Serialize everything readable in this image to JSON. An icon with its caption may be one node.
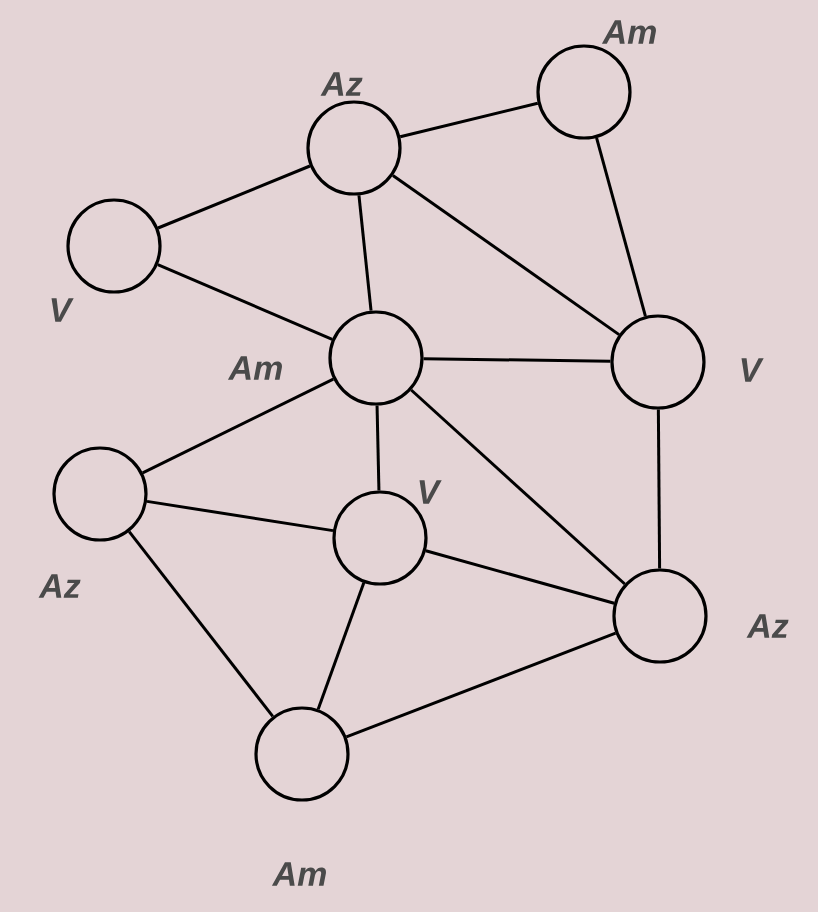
{
  "diagram": {
    "nodes": [
      {
        "text": [],
        "shape": "circle",
        "beside": [
          "Am"
        ]
      },
      {
        "text": [],
        "shape": "circle",
        "beside": [
          "Az"
        ]
      },
      {
        "text": [],
        "shape": "circle",
        "beside": [
          "V"
        ]
      },
      {
        "text": [],
        "shape": "circle",
        "beside": [
          "Am"
        ]
      },
      {
        "text": [],
        "shape": "circle",
        "beside": [
          "V"
        ]
      },
      {
        "text": [],
        "shape": "circle",
        "beside": [
          "Az"
        ]
      },
      {
        "text": [],
        "shape": "circle",
        "beside": [
          "V"
        ]
      },
      {
        "text": [],
        "shape": "circle",
        "beside": [
          "Az"
        ]
      },
      {
        "text": [],
        "shape": "circle",
        "beside": [
          "Am"
        ]
      }
    ],
    "edges": [
      {
        "from": 1,
        "to": 0,
        "arrow": "none"
      },
      {
        "from": 1,
        "to": 2,
        "arrow": "none"
      },
      {
        "from": 1,
        "to": 3,
        "arrow": "none"
      },
      {
        "from": 1,
        "to": 4,
        "arrow": "none"
      },
      {
        "from": 0,
        "to": 4,
        "arrow": "none"
      },
      {
        "from": 2,
        "to": 3,
        "arrow": "none"
      },
      {
        "from": 3,
        "to": 4,
        "arrow": "none"
      },
      {
        "from": 3,
        "to": 5,
        "arrow": "none"
      },
      {
        "from": 3,
        "to": 6,
        "arrow": "none"
      },
      {
        "from": 3,
        "to": 7,
        "arrow": "none"
      },
      {
        "from": 4,
        "to": 7,
        "arrow": "none"
      },
      {
        "from": 5,
        "to": 6,
        "arrow": "none"
      },
      {
        "from": 5,
        "to": 8,
        "arrow": "none"
      },
      {
        "from": 6,
        "to": 7,
        "arrow": "none"
      },
      {
        "from": 6,
        "to": 8,
        "arrow": "none"
      },
      {
        "from": 8,
        "to": 7,
        "arrow": "none"
      }
    ]
  }
}
